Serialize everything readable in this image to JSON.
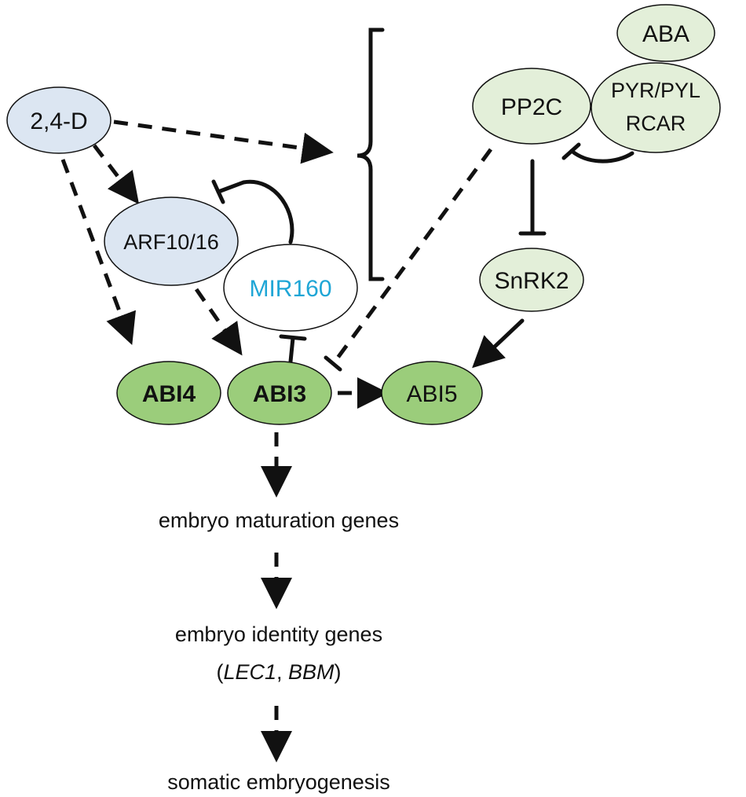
{
  "colors": {
    "blue_node": "#dce6f2",
    "light_green_node": "#e3efd9",
    "green_node": "#9bcd7b",
    "mir_text": "#1fa6d6",
    "line": "#111111"
  },
  "nodes": {
    "d24": "2,4-D",
    "arf": "ARF10/16",
    "mir": "MIR160",
    "abi4": "ABI4",
    "abi3": "ABI3",
    "abi5": "ABI5",
    "aba": "ABA",
    "pp2c": "PP2C",
    "pyr_line1": "PYR/PYL",
    "pyr_line2": "RCAR",
    "snrk2": "SnRK2"
  },
  "pathway": {
    "step1": "embryo maturation genes",
    "step2": "embryo identity genes",
    "step2_sub_open": "(",
    "step2_gene1": "LEC1",
    "step2_sep": ", ",
    "step2_gene2": "BBM",
    "step2_sub_close": ")",
    "step3": "somatic embryogenesis"
  }
}
